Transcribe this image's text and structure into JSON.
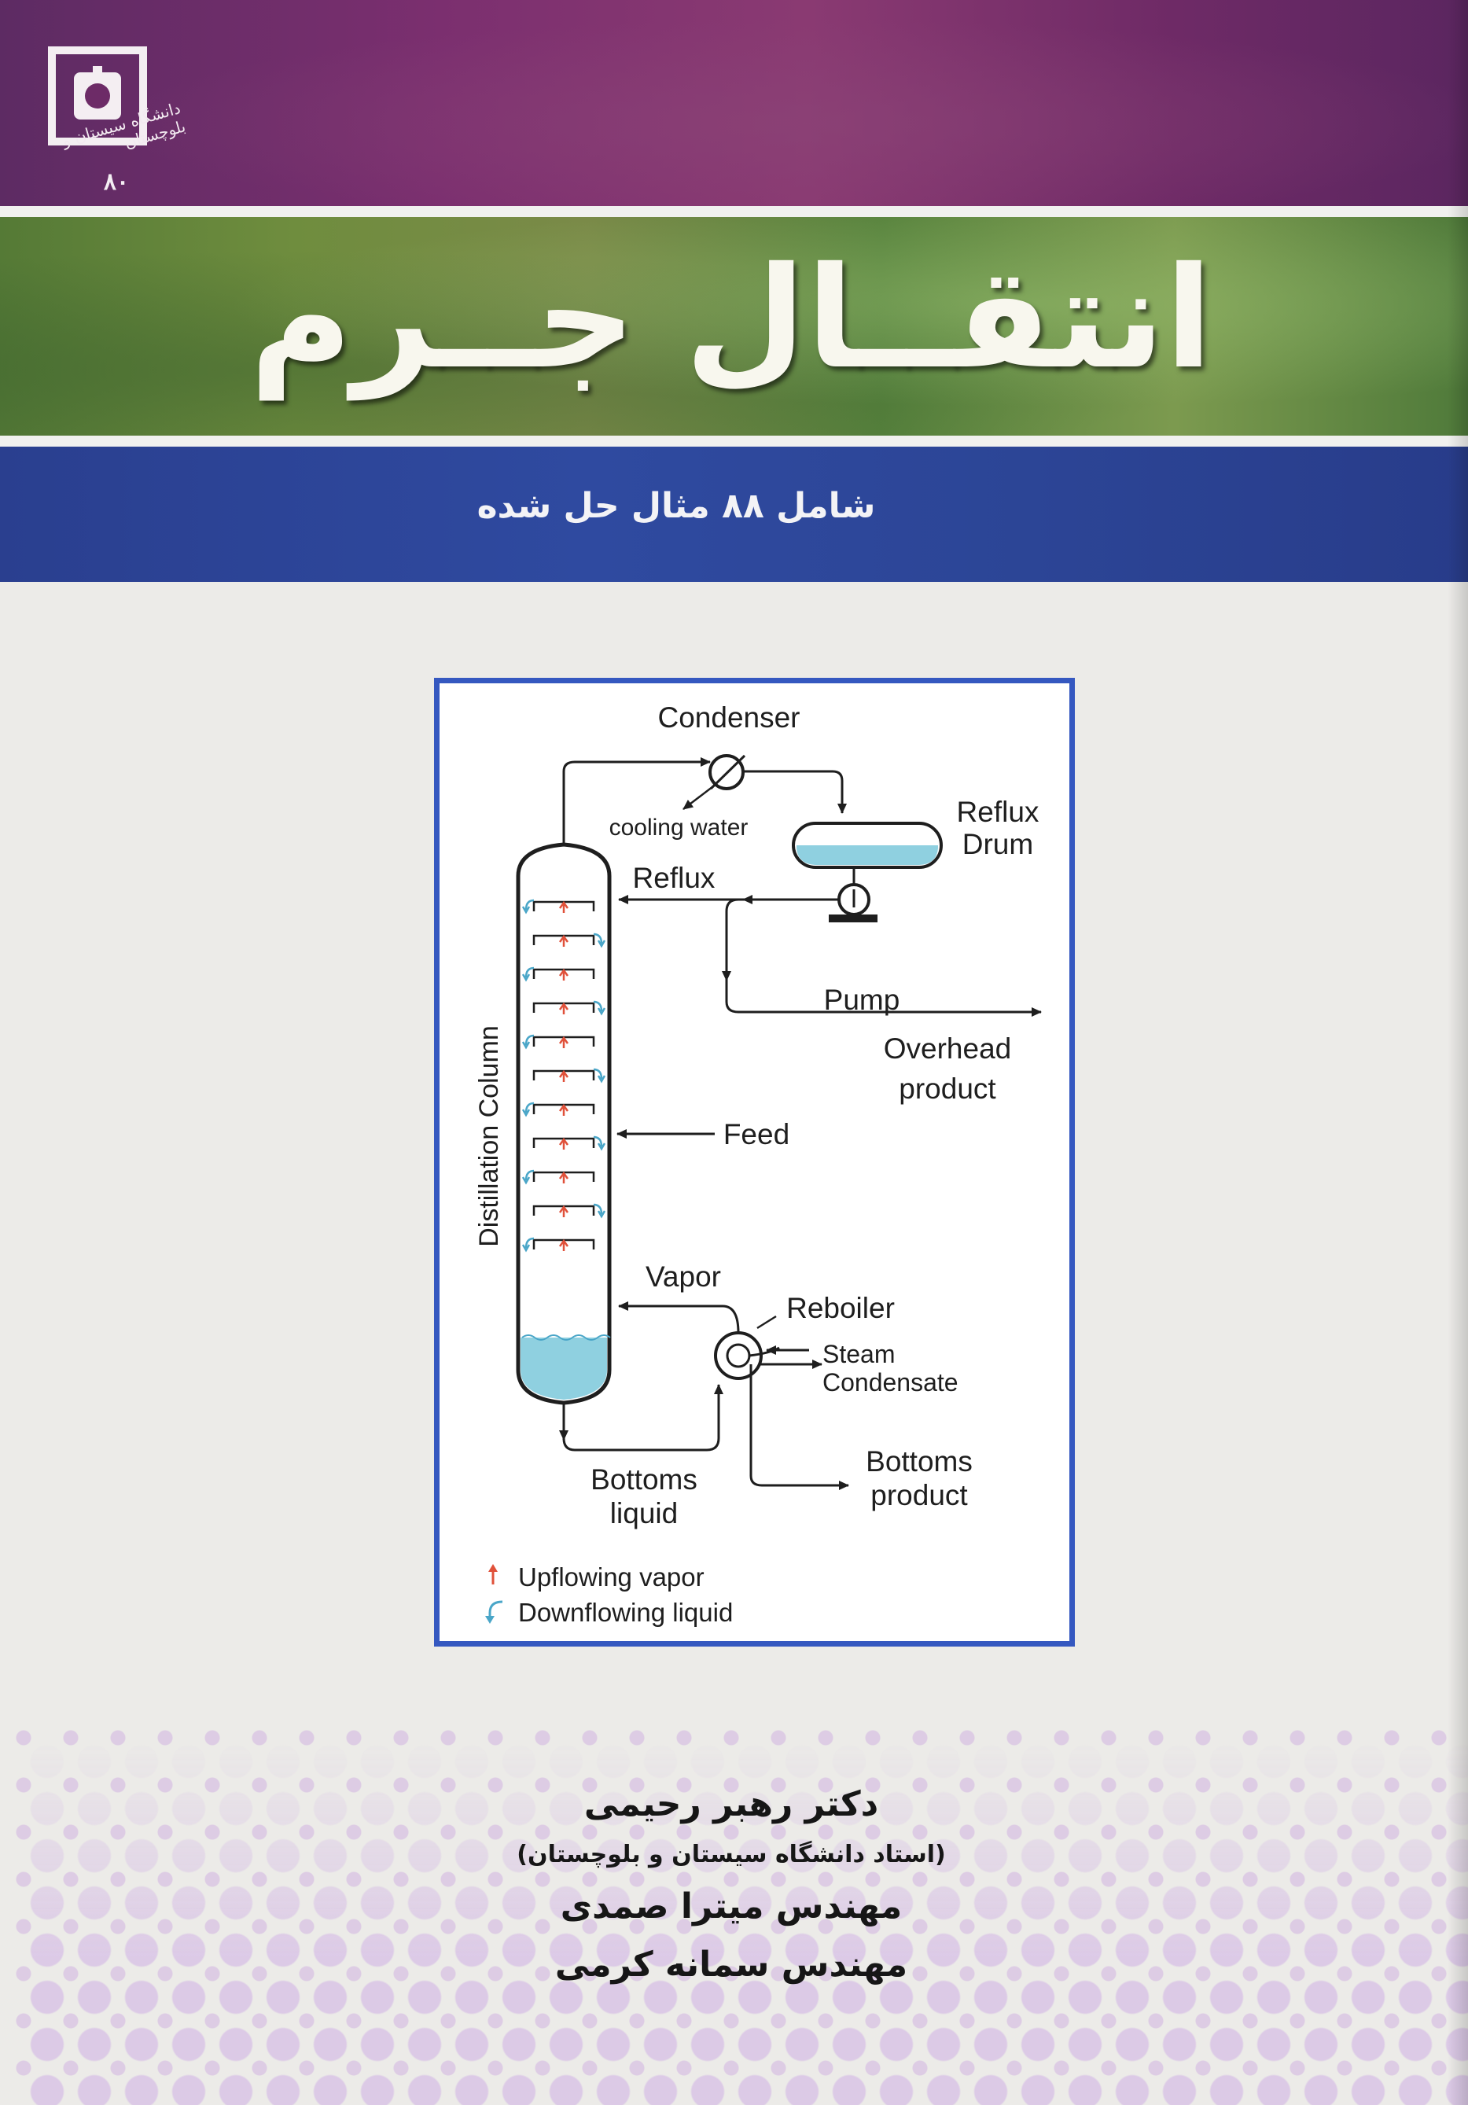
{
  "publisher": {
    "logo_icon": "university-emblem-icon",
    "name": "دانشگاه سیستان و بلوچستان",
    "series_number": "۸۰"
  },
  "title": "انتقــال جــرم",
  "subtitle": "شامل ۸۸ مثال حل شده",
  "diagram": {
    "labels": {
      "condenser": "Condenser",
      "cooling_water": "cooling water",
      "reflux_drum_1": "Reflux",
      "reflux_drum_2": "Drum",
      "reflux": "Reflux",
      "pump": "Pump",
      "overhead_1": "Overhead",
      "overhead_2": "product",
      "column": "Distillation Column",
      "feed": "Feed",
      "vapor": "Vapor",
      "reboiler": "Reboiler",
      "steam": "Steam",
      "condensate": "Condensate",
      "bottoms_product_1": "Bottoms",
      "bottoms_product_2": "product",
      "bottoms_liquid_1": "Bottoms",
      "bottoms_liquid_2": "liquid",
      "legend_vapor": "Upflowing vapor",
      "legend_liquid": "Downflowing liquid"
    },
    "colors": {
      "frame": "#3558c0",
      "line": "#1e1e1e",
      "liquid": "#8fd0e0",
      "vapor_arrow": "#e0513a",
      "liquid_arrow": "#4aa6c8"
    }
  },
  "authors": {
    "main": "دکتر رهبر رحیمی",
    "affiliation": "(استاد دانشگاه سیستان و بلوچستان)",
    "second": "مهندس میترا صمدی",
    "third": "مهندس سمانه کرمی"
  }
}
